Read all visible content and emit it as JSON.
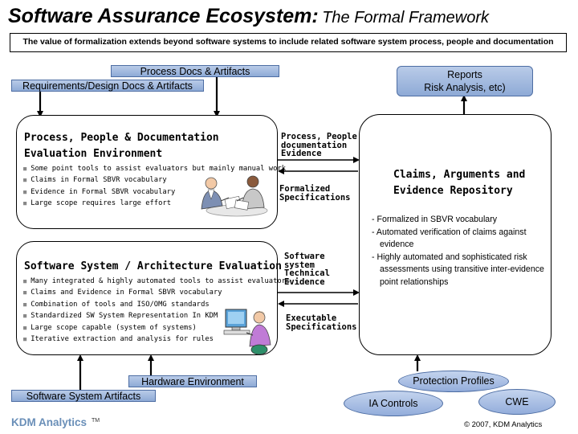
{
  "title": {
    "main": "Software Assurance Ecosystem:",
    "sub": "The Formal Framework"
  },
  "subtitle": "The value of formalization extends beyond software systems to include related software system process, people and documentation",
  "inputs": {
    "process_docs": "Process Docs & Artifacts",
    "requirements_docs": "Requirements/Design Docs & Artifacts",
    "reports_line1": "Reports",
    "reports_line2": "Risk Analysis, etc)",
    "hardware": "Hardware Environment",
    "software_artifacts": "Software System Artifacts",
    "protection_profiles": "Protection Profiles",
    "ia_controls": "IA Controls",
    "cwe": "CWE"
  },
  "process_panel": {
    "title_line1": "Process, People & Documentation",
    "title_line2": "Evaluation Environment",
    "bullets": [
      "Some point tools to assist evaluators but mainly manual work",
      "Claims in Formal SBVR vocabulary",
      "Evidence in Formal SBVR vocabulary",
      "Large scope requires large effort"
    ]
  },
  "software_panel": {
    "title": "Software System / Architecture Evaluation",
    "bullets": [
      "Many integrated & highly automated tools to assist evaluators",
      "Claims and Evidence in Formal SBVR vocabulary",
      "Combination of tools and ISO/OMG standards",
      "Standardized SW System Representation In KDM",
      "Large scope capable (system of systems)",
      "Iterative extraction and analysis for rules"
    ]
  },
  "middle_labels": {
    "process_evidence": [
      "Process, People",
      "documentation",
      "Evidence"
    ],
    "formalized_specs": [
      "Formalized",
      "Specifications"
    ],
    "software_evidence": [
      "Software",
      "system",
      "Technical",
      "Evidence"
    ],
    "executable_specs": [
      "Executable",
      "Specifications"
    ]
  },
  "repository": {
    "title_line1": "Claims, Arguments and",
    "title_line2": "Evidence Repository",
    "bullets": [
      "- Formalized in SBVR vocabulary",
      "- Automated verification of claims against evidence",
      "- Highly automated and sophisticated risk assessments using transitive inter-evidence point relationships"
    ]
  },
  "footer": {
    "logo": "KDM Analytics",
    "trademark": "TM",
    "copyright": "© 2007, KDM Analytics"
  },
  "colors": {
    "input_box": "#a3bbe0",
    "logo": "#6a8fb8",
    "arrow": "#000000"
  },
  "icons": {
    "people": "people-meeting-icon",
    "computer_user": "computer-user-icon"
  }
}
